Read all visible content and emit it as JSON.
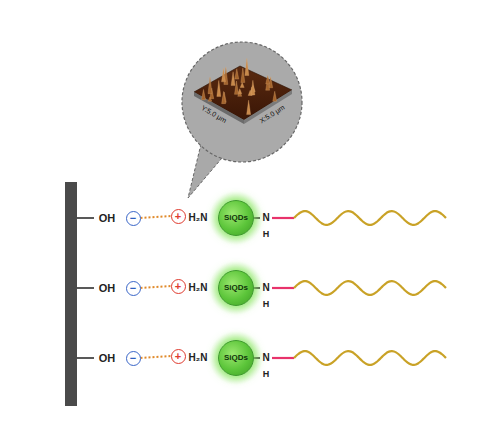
{
  "diagram": {
    "nodes": [
      {
        "text": [
          "−"
        ]
      },
      {
        "text": [
          "+"
        ]
      },
      {
        "text": [
          "SiQDs"
        ]
      },
      {
        "text": [
          "−"
        ]
      },
      {
        "text": [
          "+"
        ]
      },
      {
        "text": [
          "SiQDs"
        ]
      },
      {
        "text": [
          "−"
        ]
      },
      {
        "text": [
          "+"
        ]
      },
      {
        "text": [
          "SiQDs"
        ]
      }
    ],
    "edges": [
      {
        "from": 0,
        "to": 1,
        "arrow": "none"
      },
      {
        "from": 3,
        "to": 4,
        "arrow": "none"
      },
      {
        "from": 6,
        "to": 7,
        "arrow": "none"
      }
    ],
    "labels": [
      "Y:5.0 μm",
      "X:5.0 μm",
      "OH",
      "H₂N",
      "N",
      "H",
      "OH",
      "H₂N",
      "N",
      "H",
      "OH",
      "H₂N",
      "N",
      "H"
    ]
  }
}
